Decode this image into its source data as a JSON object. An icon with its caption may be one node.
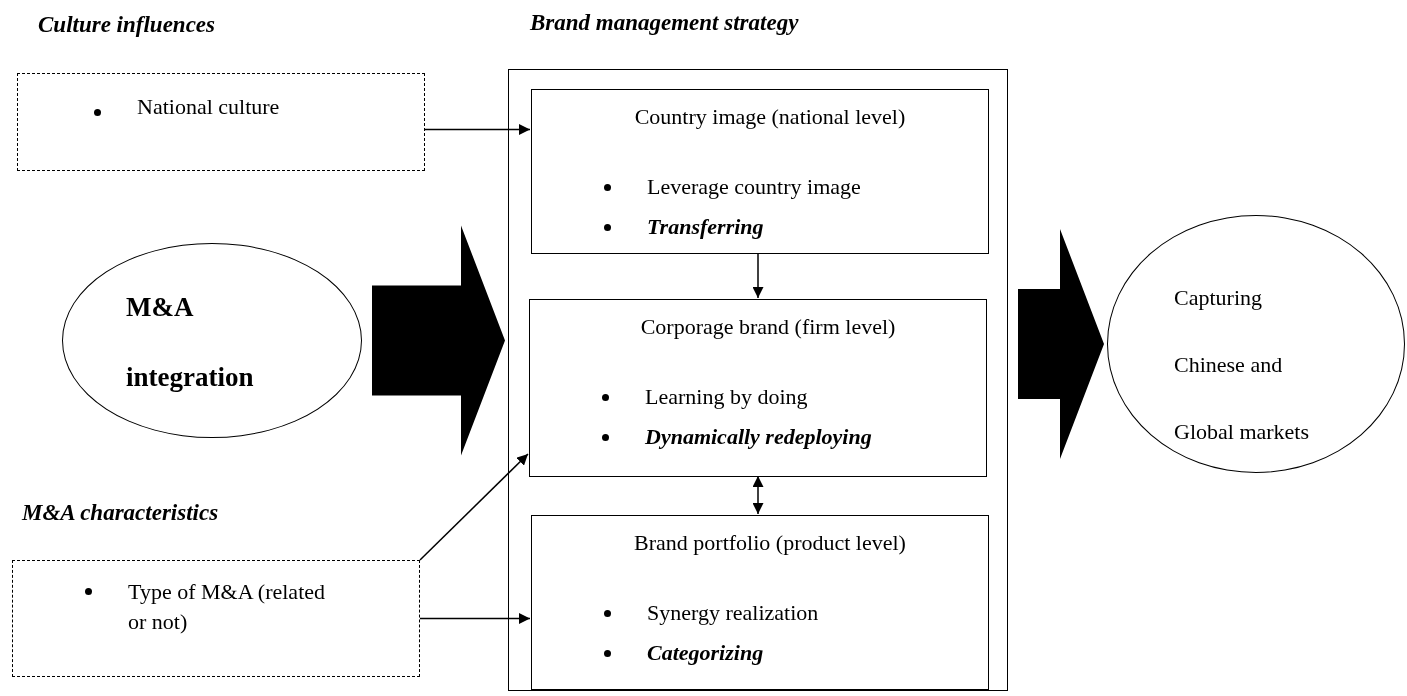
{
  "diagram": {
    "nodes": [
      {
        "text": [
          "Culture influences",
          "National culture"
        ]
      },
      {
        "text": [
          "Brand management strategy"
        ]
      },
      {
        "text": [
          "Country image (national level)",
          "Leverage country image",
          "Transferring"
        ],
        "in": 1
      },
      {
        "text": [
          "Corporage brand (firm level)",
          "Learning by doing",
          "Dynamically redeploying"
        ],
        "in": 1
      },
      {
        "text": [
          "Brand portfolio (product level)",
          "Synergy realization",
          "Categorizing"
        ],
        "in": 1
      },
      {
        "text": [
          "M&A integration"
        ]
      },
      {
        "text": [
          "Capturing Chinese and Global markets"
        ]
      },
      {
        "text": [
          "M&A characteristics",
          "Type of M&A (related or not)"
        ]
      }
    ],
    "edges": [
      {
        "from": 0,
        "to": 2,
        "arrow": "to"
      },
      {
        "from": 2,
        "to": 3,
        "arrow": "to"
      },
      {
        "from": 3,
        "to": 4,
        "arrow": "both"
      },
      {
        "from": 7,
        "to": 3,
        "arrow": "to"
      },
      {
        "from": 7,
        "to": 4,
        "arrow": "to"
      },
      {
        "from": 5,
        "to": 1,
        "arrow": "to",
        "style": "thick"
      },
      {
        "from": 1,
        "to": 6,
        "arrow": "to",
        "style": "thick"
      }
    ]
  }
}
